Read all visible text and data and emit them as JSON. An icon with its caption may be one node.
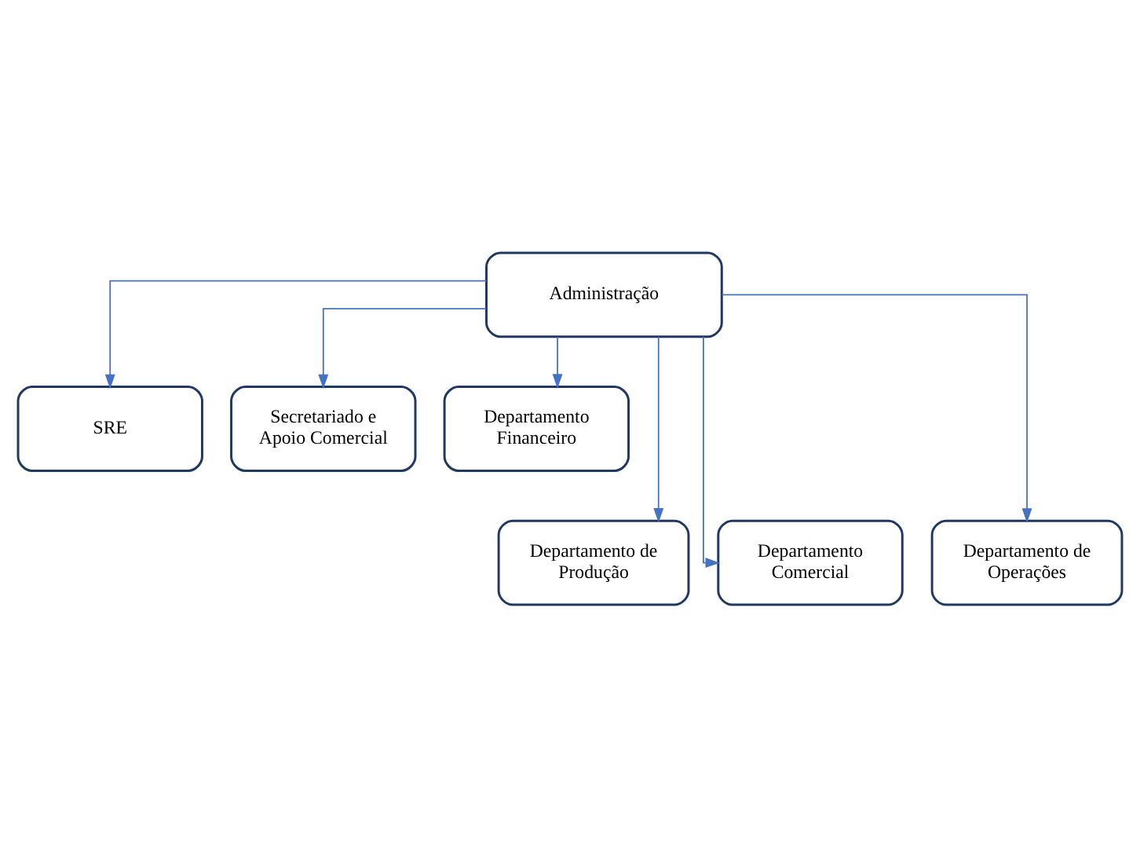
{
  "diagram": {
    "nodes": [
      {
        "text": [
          "Administração"
        ]
      },
      {
        "text": [
          "SRE"
        ]
      },
      {
        "text": [
          "Secretariado e Apoio Comercial"
        ]
      },
      {
        "text": [
          "Departamento Financeiro"
        ]
      },
      {
        "text": [
          "Departamento de Produção"
        ]
      },
      {
        "text": [
          "Departamento Comercial"
        ]
      },
      {
        "text": [
          "Departamento de Operações"
        ]
      }
    ],
    "edges": [
      {
        "from": 0,
        "to": 1,
        "arrow": "to"
      },
      {
        "from": 0,
        "to": 3,
        "arrow": "to"
      },
      {
        "from": 0,
        "to": 2,
        "arrow": "to"
      },
      {
        "from": 0,
        "to": 4,
        "arrow": "to"
      },
      {
        "from": 0,
        "to": 5,
        "arrow": "to"
      },
      {
        "from": 0,
        "to": 6,
        "arrow": "to"
      }
    ]
  }
}
